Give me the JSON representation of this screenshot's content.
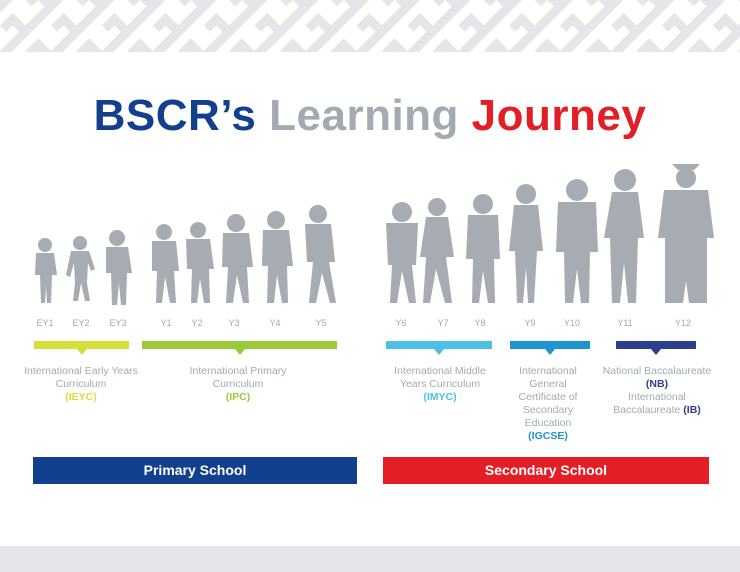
{
  "title": {
    "part1": "BSCR’s",
    "part2": "Learning",
    "part3": "Journey"
  },
  "colors": {
    "navy": "#123f8e",
    "grey": "#a3aab1",
    "red": "#e31e26",
    "yellow": "#d5df3a",
    "green": "#9bc93c",
    "lightblue": "#4dc1e4",
    "blue": "#1e95cf",
    "darkblue": "#2c3f8f",
    "silhouette": "#a6acb2",
    "banner": "#e7e9ec"
  },
  "years": [
    "EY1",
    "EY2",
    "EY3",
    "Y1",
    "Y2",
    "Y3",
    "Y4",
    "Y5",
    "Y6",
    "Y7",
    "Y8",
    "Y9",
    "Y10",
    "Y11",
    "Y12"
  ],
  "curricula": [
    {
      "name": "International Early Years Curriculum",
      "abbr": "(IEYC)"
    },
    {
      "name": "International Primary Curriculum",
      "abbr": "(IPC)"
    },
    {
      "name": "International Middle Years Curriculum",
      "abbr": "(IMYC)"
    },
    {
      "name": "International General Certificate of Secondary Education",
      "abbr": "(IGCSE)"
    },
    {
      "name_line1": "National Baccalaureate",
      "abbr1": "(NB)",
      "name_line2": "International Baccalaureate",
      "abbr2": "(IB)"
    }
  ],
  "schools": {
    "primary": "Primary School",
    "secondary": "Secondary School"
  }
}
